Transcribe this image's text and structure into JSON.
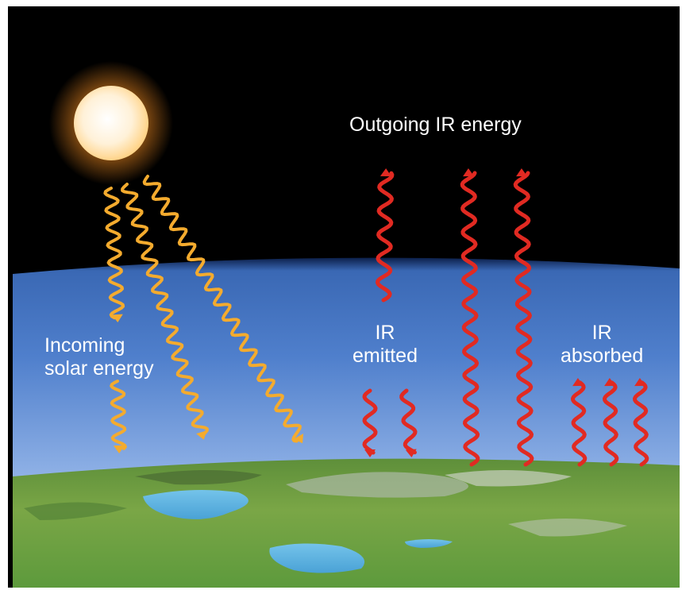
{
  "labels": {
    "outgoing": "Outgoing IR energy",
    "emitted": [
      "IR",
      "emitted"
    ],
    "absorbed": [
      "IR",
      "absorbed"
    ],
    "incoming": [
      "Incoming",
      "solar energy"
    ]
  },
  "colors": {
    "space": "#000000",
    "atmosphere": "#3f74c0",
    "sun": "#fff3d6",
    "solar_ray": "#f4ab2e",
    "ir_ray": "#e12a22",
    "land": "#6b9a3a",
    "water": "#5fb2df",
    "label": "#ffffff"
  },
  "icons": [
    "sun-icon",
    "solar-ray-icon",
    "ir-ray-icon",
    "earth-surface",
    "lake-icon"
  ]
}
